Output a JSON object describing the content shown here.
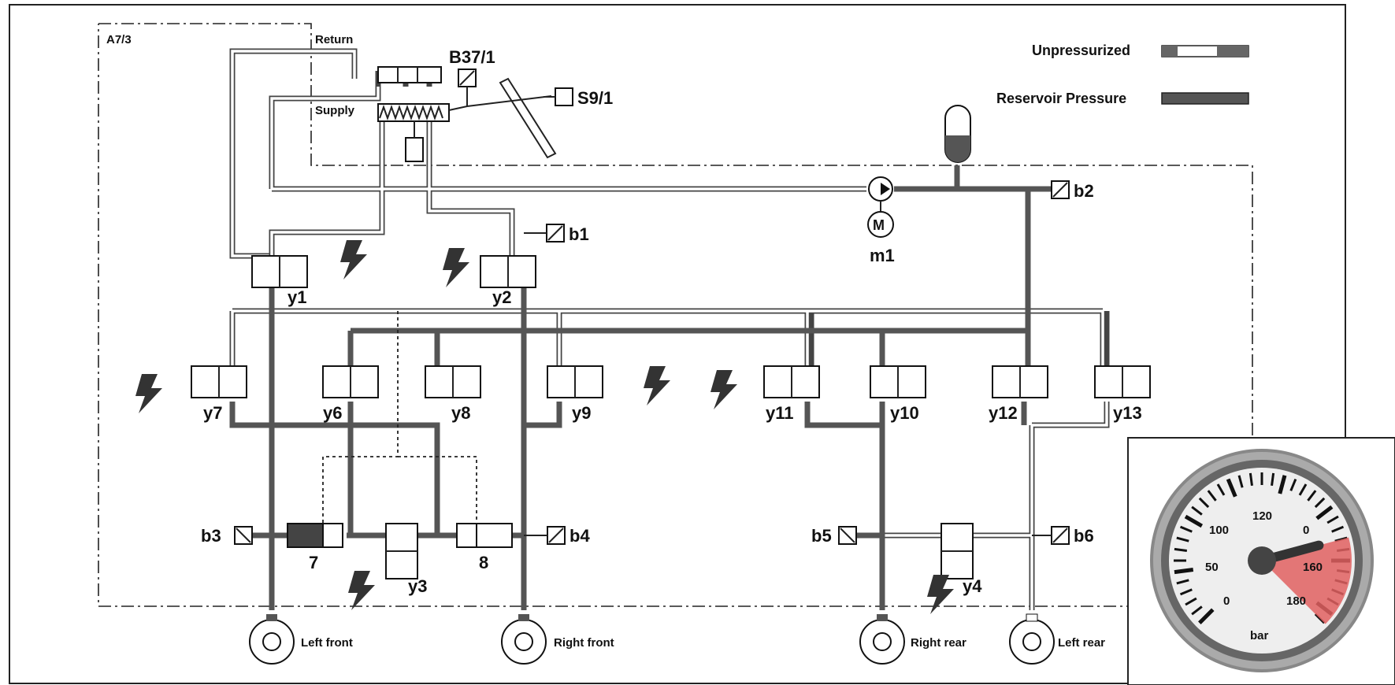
{
  "legend": {
    "unpressurized": "Unpressurized",
    "reservoir_pressure": "Reservoir Pressure",
    "unpressurized_color": "#ffffff",
    "pressurized_color": "#666666"
  },
  "labels": {
    "module": "A7/3",
    "return": "Return",
    "supply": "Supply",
    "b37": "B37/1",
    "s9": "S9/1",
    "m1": "m1",
    "motor": "M",
    "b1": "b1",
    "b2": "b2",
    "b3": "b3",
    "b4": "b4",
    "b5": "b5",
    "b6": "b6",
    "y1": "y1",
    "y2": "y2",
    "y3": "y3",
    "y4": "y4",
    "y6": "y6",
    "y7": "y7",
    "y8": "y8",
    "y9": "y9",
    "y10": "y10",
    "y11": "y11",
    "y12": "y12",
    "y13": "y13",
    "p7": "7",
    "p8": "8"
  },
  "wheels": {
    "left_front": "Left front",
    "right_front": "Right front",
    "right_rear": "Right rear",
    "left_rear": "Left rear"
  },
  "gauge": {
    "unit": "bar",
    "ticks": [
      "0",
      "50",
      "100",
      "120",
      "0",
      "160",
      "180"
    ],
    "min": 0,
    "max": 180,
    "value": 140,
    "red_zone_color": "#e06060"
  }
}
